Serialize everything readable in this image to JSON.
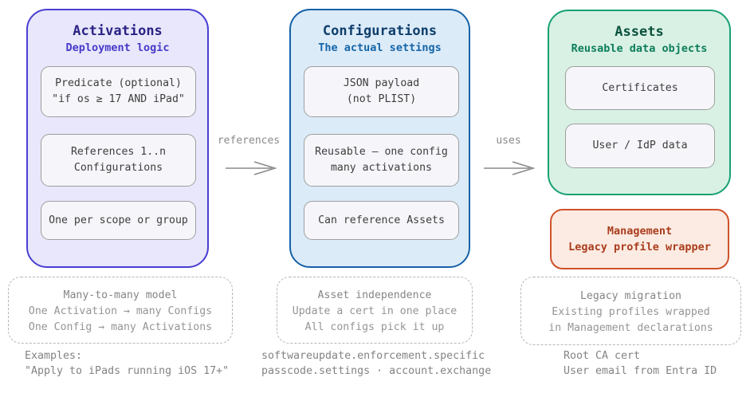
{
  "columns": [
    {
      "box": {
        "title": "Activations",
        "subtitle": "Deployment logic",
        "fill": "#e8e7fb",
        "border": "#4a3ed2",
        "title_color": "#2b2386",
        "subtitle_color": "#4739c9"
      },
      "cards": [
        {
          "lines": [
            "Predicate (optional)",
            "\"if os ≥ 17 AND iPad\""
          ]
        },
        {
          "lines": [
            "References 1..n",
            "Configurations"
          ]
        },
        {
          "lines": [
            "One per scope or group"
          ]
        }
      ],
      "note": {
        "title": "Many-to-many model",
        "lines": [
          "One Activation → many Configs",
          "One Config → many Activations"
        ]
      },
      "footnote": {
        "lines": [
          "Examples:",
          "\"Apply to iPads running iOS 17+\""
        ]
      }
    },
    {
      "box": {
        "title": "Configurations",
        "subtitle": "The actual settings",
        "fill": "#dcebf8",
        "border": "#1562a8",
        "title_color": "#0f3f6b",
        "subtitle_color": "#1566a9"
      },
      "cards": [
        {
          "lines": [
            "JSON payload",
            "(not PLIST)"
          ]
        },
        {
          "lines": [
            "Reusable — one config",
            "many activations"
          ]
        },
        {
          "lines": [
            "Can reference Assets"
          ]
        }
      ],
      "note": {
        "title": "Asset independence",
        "lines": [
          "Update a cert in one place",
          "All configs pick it up"
        ]
      },
      "footnote": {
        "lines": [
          "softwareupdate.enforcement.specific",
          "passcode.settings · account.exchange"
        ]
      }
    },
    {
      "box": {
        "title": "Assets",
        "subtitle": "Reusable data objects",
        "fill": "#d9f1e4",
        "border": "#16a173",
        "title_color": "#0b523d",
        "subtitle_color": "#0d7e5c"
      },
      "cards": [
        {
          "lines": [
            "Certificates"
          ]
        },
        {
          "lines": [
            "User / IdP data"
          ]
        }
      ],
      "note": {
        "title": "Legacy migration",
        "lines": [
          "Existing profiles wrapped",
          "in Management declarations"
        ]
      },
      "footnote": {
        "lines": [
          "Root CA cert",
          "User email from Entra ID"
        ]
      }
    }
  ],
  "management_box": {
    "lines": [
      "Management",
      "Legacy profile wrapper"
    ],
    "fill": "#fcebe2",
    "border": "#d0512a",
    "text_color": "#a93d1d"
  },
  "arrows": [
    {
      "label": "references"
    },
    {
      "label": "uses"
    }
  ],
  "shared_colors": {
    "card_fill": "#f6f6fa",
    "card_border": "#9e9e9e",
    "card_text": "#3d3d3d",
    "note_border": "#b5b5b5",
    "note_text": "#959595",
    "footnote_text": "#838383",
    "arrow": "#8a8a8a"
  }
}
